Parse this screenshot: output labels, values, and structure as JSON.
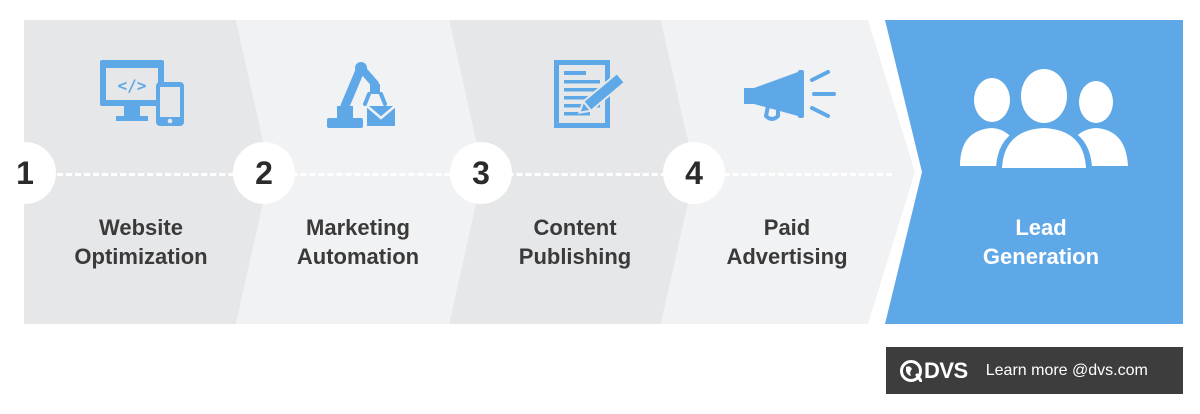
{
  "steps": [
    {
      "number": "1",
      "line1": "Website",
      "line2": "Optimization",
      "icon": "website-devices-icon"
    },
    {
      "number": "2",
      "line1": "Marketing",
      "line2": "Automation",
      "icon": "robot-arm-mail-icon"
    },
    {
      "number": "3",
      "line1": "Content",
      "line2": "Publishing",
      "icon": "document-pen-icon"
    },
    {
      "number": "4",
      "line1": "Paid",
      "line2": "Advertising",
      "icon": "megaphone-icon"
    }
  ],
  "result": {
    "line1": "Lead",
    "line2": "Generation",
    "icon": "people-group-icon"
  },
  "footer": {
    "brand": "DVS",
    "tagline": "Learn more @dvs.com"
  },
  "colors": {
    "accent": "#5fa8e8",
    "band_dark": "#e6e7e9",
    "band_light": "#f1f2f3",
    "footer_bg": "#3d3d3d"
  }
}
